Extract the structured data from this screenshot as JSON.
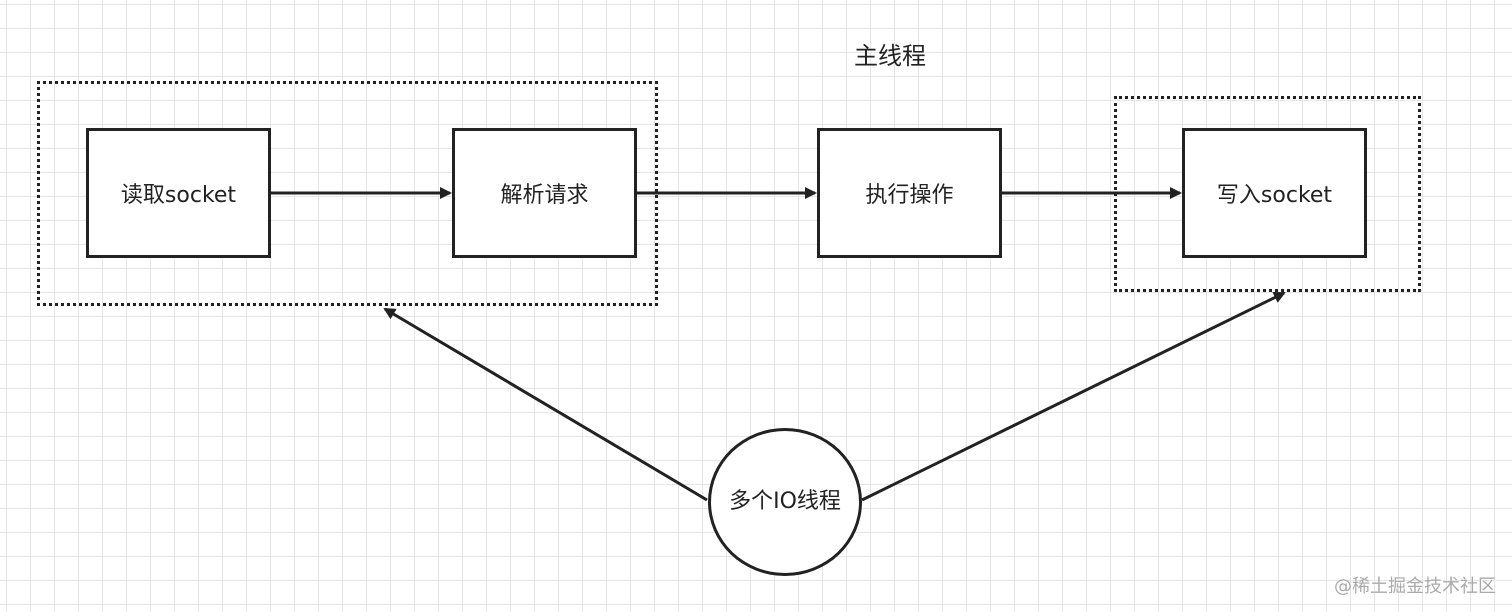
{
  "title": "主线程",
  "nodes": {
    "read_socket": "读取socket",
    "parse_request": "解析请求",
    "execute_operation": "执行操作",
    "write_socket": "写入socket",
    "io_threads": "多个IO线程"
  },
  "watermark": "@稀土掘金技术社区",
  "colors": {
    "stroke": "#222222",
    "grid": "#e6e6e6",
    "background": "#ffffff"
  }
}
